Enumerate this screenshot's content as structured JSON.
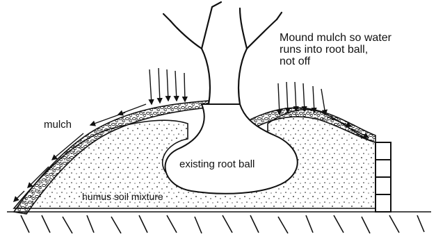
{
  "labels": {
    "note": [
      "Mound mulch so water",
      "runs into root ball,",
      "not off"
    ],
    "mulch": "mulch",
    "root_ball": "existing root ball",
    "soil": "humus soil mixture"
  },
  "colors": {
    "ink": "#111111",
    "background": "#ffffff"
  }
}
